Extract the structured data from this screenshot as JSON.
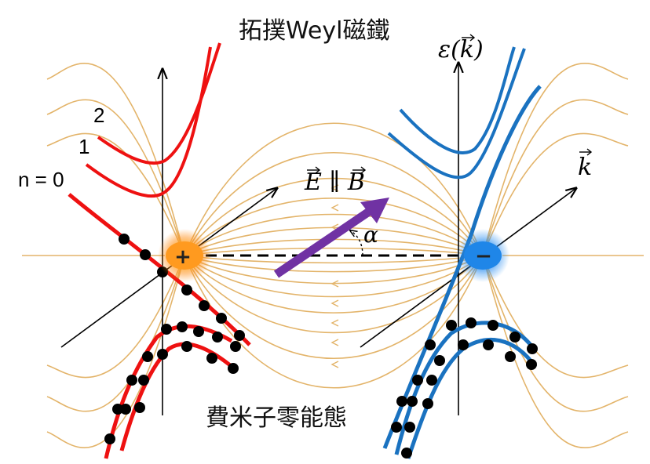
{
  "title": "拓撲Weyl磁鐵",
  "caption": "費米子零能態",
  "band_labels": [
    "n = 0",
    "1",
    "2"
  ],
  "field_label": "E ∥ B",
  "angle_label": "α",
  "energy_axis_label": "ε(k)",
  "momentum_axis_label": "k",
  "node_charges": [
    "+",
    "−"
  ],
  "colors": {
    "left_bands": "#ee1111",
    "right_bands": "#1a72c0",
    "field_lines": "#e3b46a",
    "field_arrow": "#7032a3",
    "positive_node": "#ff9a1f",
    "negative_node": "#1f86e8"
  }
}
